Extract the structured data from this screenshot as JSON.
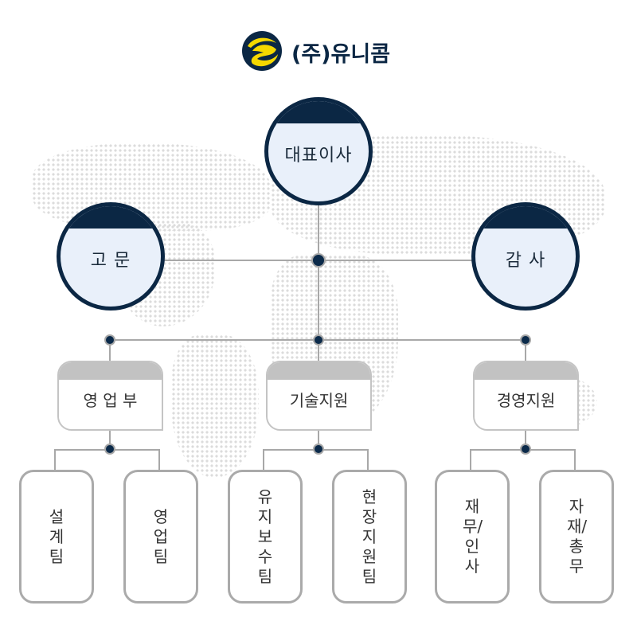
{
  "logo": {
    "company": "(주)유니콤",
    "colors": {
      "navy": "#0b2744",
      "yellow": "#f5d800"
    }
  },
  "top": {
    "ceo": "대표이사",
    "advisor": "고 문",
    "auditor": "감 사"
  },
  "departments": [
    {
      "name": "영 업 부",
      "teams": [
        "설계팀",
        "영업팀"
      ]
    },
    {
      "name": "기술지원",
      "teams": [
        "유지보수팀",
        "현장지원팀"
      ]
    },
    {
      "name": "경영지원",
      "teams": [
        "재무/인사",
        "자재/총무"
      ]
    }
  ]
}
